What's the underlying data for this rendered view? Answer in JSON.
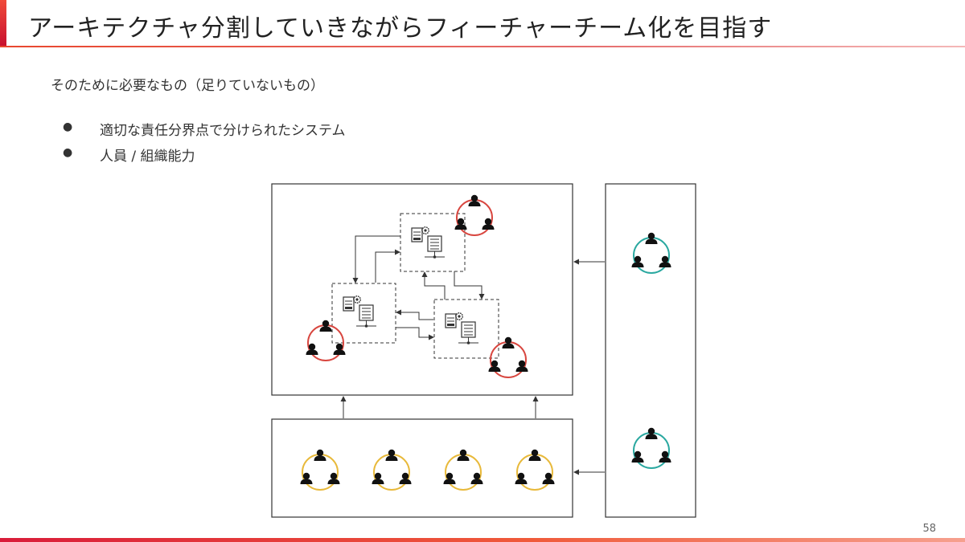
{
  "slide": {
    "title": "アーキテクチャ分割していきながらフィーチャーチーム化を目指す",
    "intro": "そのために必要なもの（足りていないもの）",
    "bullets": [
      {
        "marker": "●",
        "text": "適切な責任分界点で分けられたシステム"
      },
      {
        "marker": "●",
        "text": "人員 / 組織能力"
      }
    ],
    "page_number": "58"
  },
  "colors": {
    "accent_red": "#e8472e",
    "team_red": "#d8463f",
    "team_teal": "#2aa8a0",
    "team_yellow": "#e8b93a",
    "line": "#333333"
  },
  "icons": {
    "team": "team-icon",
    "server": "server-config-icon",
    "arrow": "arrow-icon"
  }
}
